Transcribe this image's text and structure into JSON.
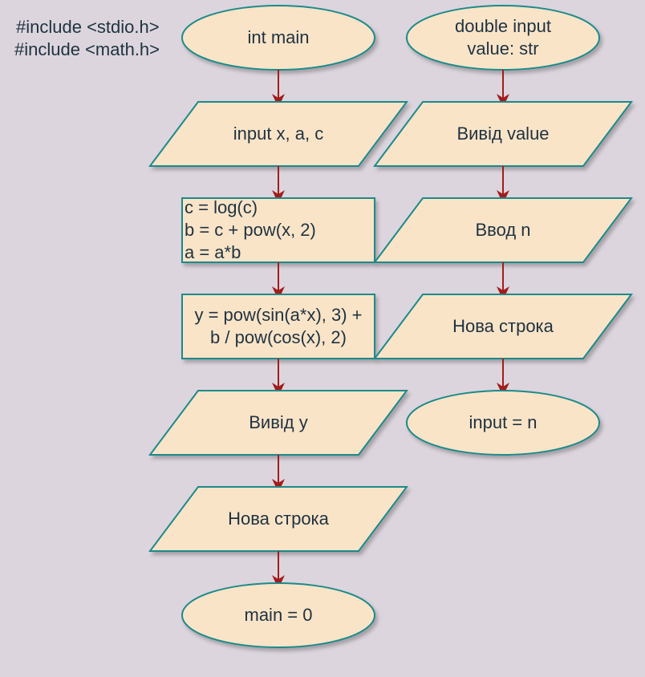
{
  "header": {
    "includes": [
      "#include <stdio.h>",
      "#include <math.h>"
    ]
  },
  "colors": {
    "background": "#dcd5dd",
    "node_fill": "#f9e4c8",
    "node_stroke": "#1b8a8a",
    "arrow": "#a31c1c",
    "text": "#1f3240"
  },
  "flows": {
    "main": [
      {
        "shape": "terminal",
        "lines": [
          "int main"
        ]
      },
      {
        "shape": "io",
        "lines": [
          "input x, a, c"
        ]
      },
      {
        "shape": "process",
        "lines": [
          "c = log(c)",
          "b = c + pow(x, 2)",
          "a = a*b"
        ]
      },
      {
        "shape": "process",
        "lines": [
          "y = pow(sin(a*x), 3) +",
          "b / pow(cos(x), 2)"
        ]
      },
      {
        "shape": "io",
        "lines": [
          "Вивід y"
        ]
      },
      {
        "shape": "io",
        "lines": [
          "Нова строка"
        ]
      },
      {
        "shape": "terminal",
        "lines": [
          "main = 0"
        ]
      }
    ],
    "input": [
      {
        "shape": "terminal",
        "lines": [
          "double input",
          "value: str"
        ]
      },
      {
        "shape": "io",
        "lines": [
          "Вивід value"
        ]
      },
      {
        "shape": "io",
        "lines": [
          "Ввод n"
        ]
      },
      {
        "shape": "io",
        "lines": [
          "Нова строка"
        ]
      },
      {
        "shape": "terminal",
        "lines": [
          "input = n"
        ]
      }
    ]
  }
}
